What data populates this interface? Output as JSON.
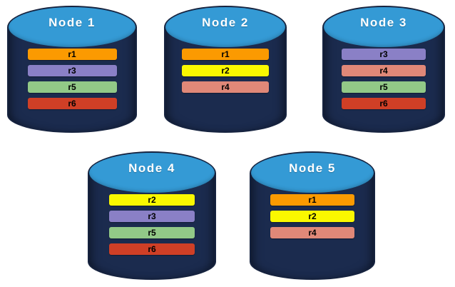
{
  "diagram": {
    "type": "data-replication-across-nodes",
    "background_color": "#ffffff",
    "node_body_color": "#1b2b4e",
    "node_top_color": "#349ad5",
    "node_title_color": "#ffffff",
    "record_colors": {
      "r1": "#fb9a01",
      "r2": "#faf800",
      "r3": "#8a80c6",
      "r4": "#e08878",
      "r5": "#92c987",
      "r6": "#cf3f26"
    },
    "nodes": [
      {
        "id": "node-1",
        "label": "Node  1",
        "records": [
          {
            "label": "r1",
            "color": "#fb9a01"
          },
          {
            "label": "r3",
            "color": "#8a80c6"
          },
          {
            "label": "r5",
            "color": "#92c987"
          },
          {
            "label": "r6",
            "color": "#cf3f26"
          }
        ]
      },
      {
        "id": "node-2",
        "label": "Node  2",
        "records": [
          {
            "label": "r1",
            "color": "#fb9a01"
          },
          {
            "label": "r2",
            "color": "#faf800"
          },
          {
            "label": "r4",
            "color": "#e08878"
          }
        ]
      },
      {
        "id": "node-3",
        "label": "Node  3",
        "records": [
          {
            "label": "r3",
            "color": "#8a80c6"
          },
          {
            "label": "r4",
            "color": "#e08878"
          },
          {
            "label": "r5",
            "color": "#92c987"
          },
          {
            "label": "r6",
            "color": "#cf3f26"
          }
        ]
      },
      {
        "id": "node-4",
        "label": "Node  4",
        "records": [
          {
            "label": "r2",
            "color": "#faf800"
          },
          {
            "label": "r3",
            "color": "#8a80c6"
          },
          {
            "label": "r5",
            "color": "#92c987"
          },
          {
            "label": "r6",
            "color": "#cf3f26"
          }
        ]
      },
      {
        "id": "node-5",
        "label": "Node  5",
        "records": [
          {
            "label": "r1",
            "color": "#fb9a01"
          },
          {
            "label": "r2",
            "color": "#faf800"
          },
          {
            "label": "r4",
            "color": "#e08878"
          }
        ]
      }
    ]
  }
}
